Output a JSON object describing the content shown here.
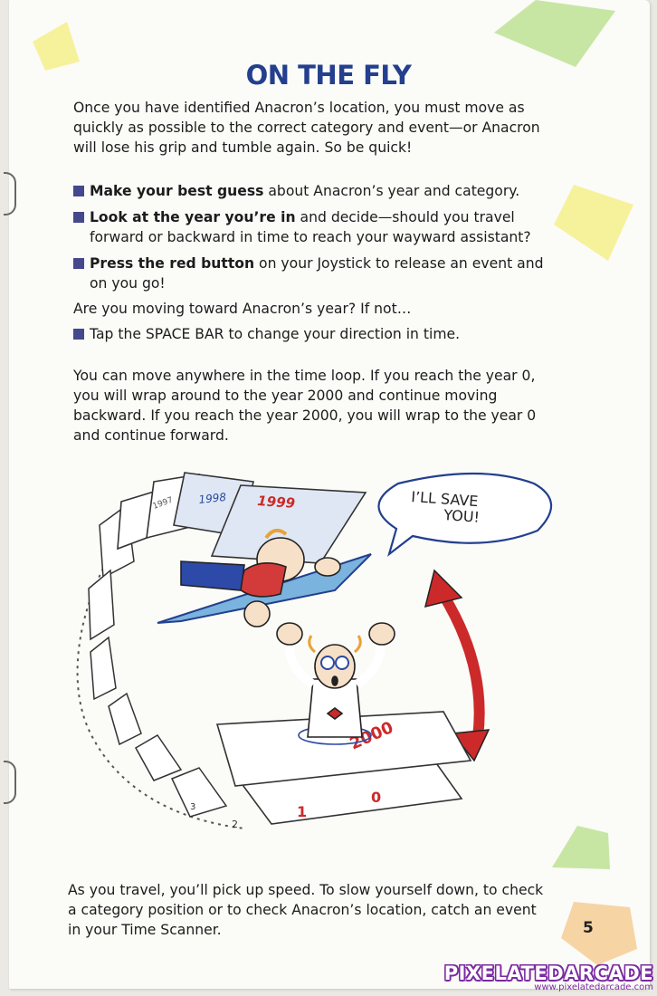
{
  "title": "ON THE FLY",
  "intro": "Once you have identified Anacron’s location, you must move as quickly as possible to the correct category and event—or Anacron will lose his grip and tumble again. So be quick!",
  "bullets": [
    {
      "bold": "Make your best guess",
      "rest": " about Anacron’s year and category."
    },
    {
      "bold": "Look at the year you’re in",
      "rest": " and decide—should you travel forward or backward in time to reach your wayward assistant?"
    },
    {
      "bold": "Press the red button",
      "rest": " on your Joystick to release an event and on you go!"
    }
  ],
  "question": "Are you moving toward Anacron’s year? If not…",
  "space_bullet": "Tap the SPACE BAR to change your direction in time.",
  "loop_paragraph": "You can move anywhere in the time loop. If you reach the year 0, you will wrap around to the year 2000 and continue moving backward. If you reach the year 2000, you will wrap to the year 0 and continue forward.",
  "illustration": {
    "speech_line1": "I’LL SAVE",
    "speech_line2": "YOU!",
    "card_labels": [
      "1998",
      "1999",
      "1997",
      "2000",
      "1",
      "2",
      "3",
      "0"
    ]
  },
  "closing_paragraph": "As you travel, you’ll pick up speed. To slow yourself down, to check a category position or to check Anacron’s location, catch an event in your Time Scanner.",
  "page_number": "5",
  "watermark": {
    "brand": "PIXELATEDARCADE",
    "url": "www.pixelatedarcade.com"
  },
  "colors": {
    "title": "#233f8e",
    "bullet": "#44488c",
    "accent_red": "#cc2a2a",
    "deco_yellow": "#f6f29c",
    "deco_green": "#c7e6a3",
    "deco_orange": "#f6d4a4",
    "watermark": "#7a2aa0"
  },
  "icons": [
    "square-bullet-icon",
    "staple-icon"
  ]
}
